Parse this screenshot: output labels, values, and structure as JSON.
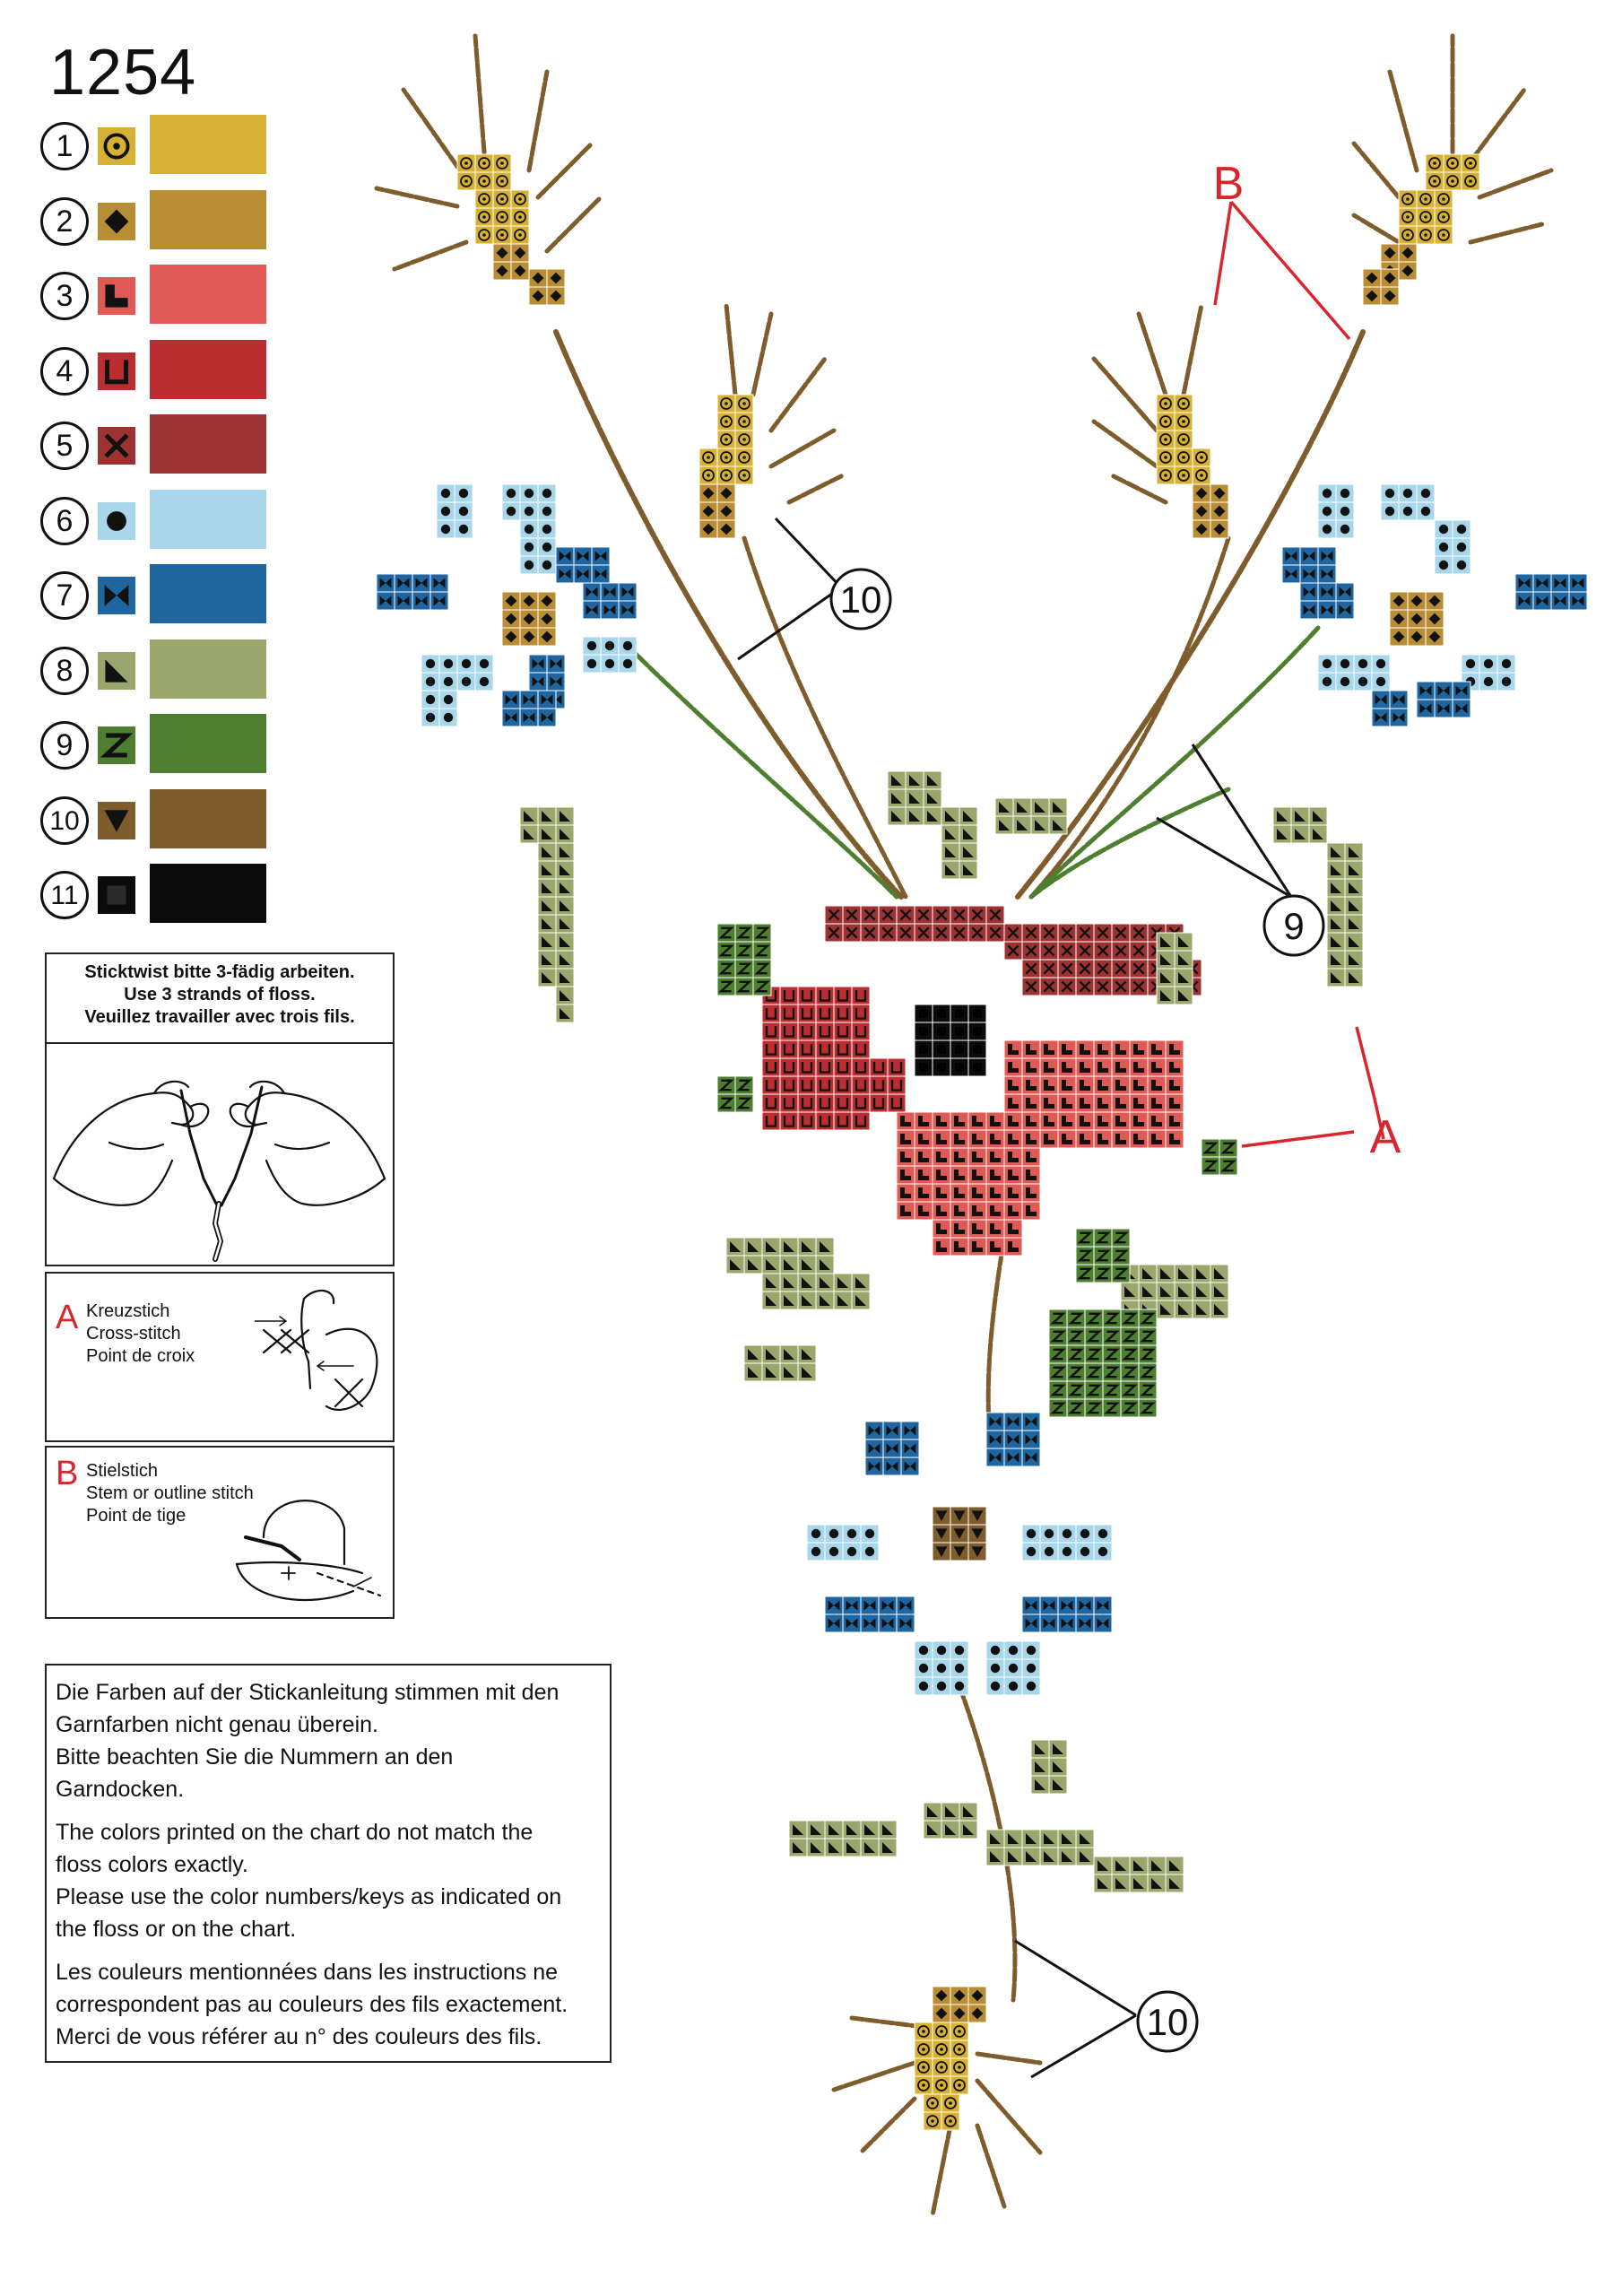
{
  "pattern_number": "1254",
  "legend": [
    {
      "num": "1",
      "color": "#d6b133",
      "symbol": "circle-dot"
    },
    {
      "num": "2",
      "color": "#b88d34",
      "symbol": "diamond"
    },
    {
      "num": "3",
      "color": "#df5a55",
      "symbol": "corner"
    },
    {
      "num": "4",
      "color": "#ba2d30",
      "symbol": "u-shape"
    },
    {
      "num": "5",
      "color": "#9c3232",
      "symbol": "x-mark"
    },
    {
      "num": "6",
      "color": "#a8d6ea",
      "symbol": "dot"
    },
    {
      "num": "7",
      "color": "#1f65a0",
      "symbol": "bowtie"
    },
    {
      "num": "8",
      "color": "#9aa66c",
      "symbol": "triangle"
    },
    {
      "num": "9",
      "color": "#4e7e2f",
      "symbol": "z-mark"
    },
    {
      "num": "10",
      "color": "#7e5c2c",
      "symbol": "triangle-down"
    },
    {
      "num": "11",
      "color": "#0b0b0b",
      "symbol": "square"
    }
  ],
  "floss": {
    "lines": [
      "Sticktwist bitte 3-fädig arbeiten.",
      "Use 3 strands of floss.",
      "Veuillez travailler avec trois fils."
    ]
  },
  "cross_stitch": {
    "letter": "A",
    "lines": [
      "Kreuzstich",
      "Cross-stitch",
      "Point de croix"
    ]
  },
  "stem_stitch": {
    "letter": "B",
    "lines": [
      "Stielstich",
      "Stem or outline stitch",
      "Point de tige"
    ]
  },
  "note": {
    "de": [
      "Die Farben auf der Stickanleitung stimmen mit den",
      "Garnfarben nicht genau überein.",
      "Bitte beachten Sie die Nummern an den",
      "Garndocken."
    ],
    "en": [
      "The colors printed on the chart do not match the",
      "floss colors exactly.",
      "Please use the color numbers/keys as indicated on",
      "the floss or on the chart."
    ],
    "fr": [
      "Les couleurs mentionnées dans les instructions ne",
      "correspondent pas au couleurs des fils exactement.",
      "Merci de vous référer au n° des couleurs des fils."
    ]
  },
  "callouts": {
    "b": "B",
    "a": "A",
    "ten_top": "10",
    "nine": "9",
    "ten_bottom": "10"
  },
  "colors": {
    "accent_red": "#d8262c"
  }
}
